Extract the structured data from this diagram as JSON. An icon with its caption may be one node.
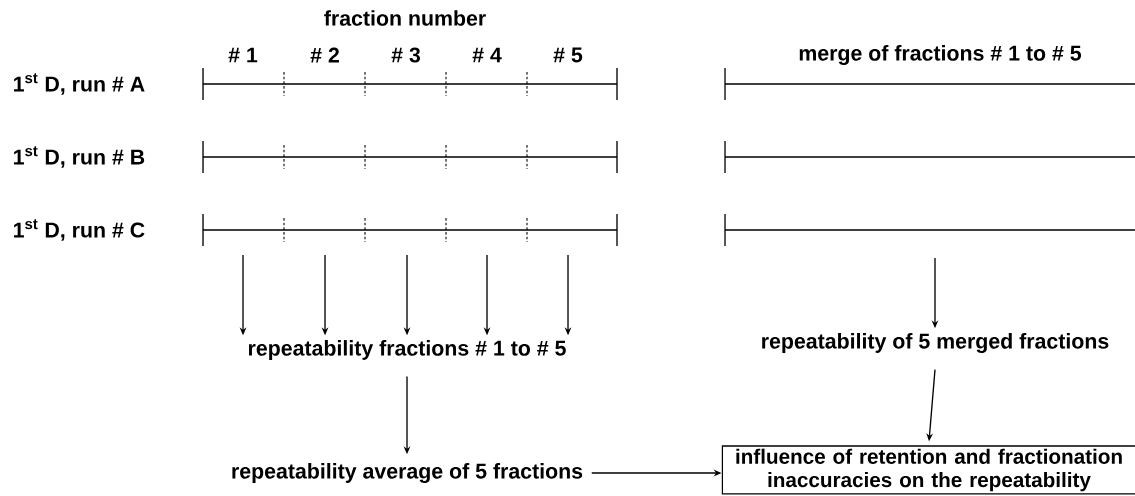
{
  "diagram": {
    "nodes": [
      {
        "text": [
          "repeatability fractions # 1 to # 5"
        ]
      },
      {
        "text": [
          "repeatability of 5 merged fractions"
        ]
      },
      {
        "text": [
          "repeatability average of 5 fractions"
        ]
      },
      {
        "text": [
          "influence of retention and fractionation inaccuracies on the repeatability"
        ]
      }
    ],
    "edges": [
      {
        "from": null,
        "to": 0,
        "arrow": "to"
      },
      {
        "from": null,
        "to": 0,
        "arrow": "to"
      },
      {
        "from": null,
        "to": 0,
        "arrow": "to"
      },
      {
        "from": null,
        "to": 0,
        "arrow": "to"
      },
      {
        "from": null,
        "to": 0,
        "arrow": "to"
      },
      {
        "from": null,
        "to": 1,
        "arrow": "to"
      },
      {
        "from": 0,
        "to": 2,
        "arrow": "to"
      },
      {
        "from": 1,
        "to": 3,
        "arrow": "to"
      },
      {
        "from": 2,
        "to": 3,
        "arrow": "to"
      }
    ],
    "labels": [
      "fraction number",
      "# 1",
      "# 2",
      "# 3",
      "# 4",
      "# 5",
      "merge of fractions # 1 to # 5",
      "1$^{st}$ D, run # A",
      "1$^{st}$ D, run # B",
      "1$^{st}$ D, run # C"
    ]
  }
}
